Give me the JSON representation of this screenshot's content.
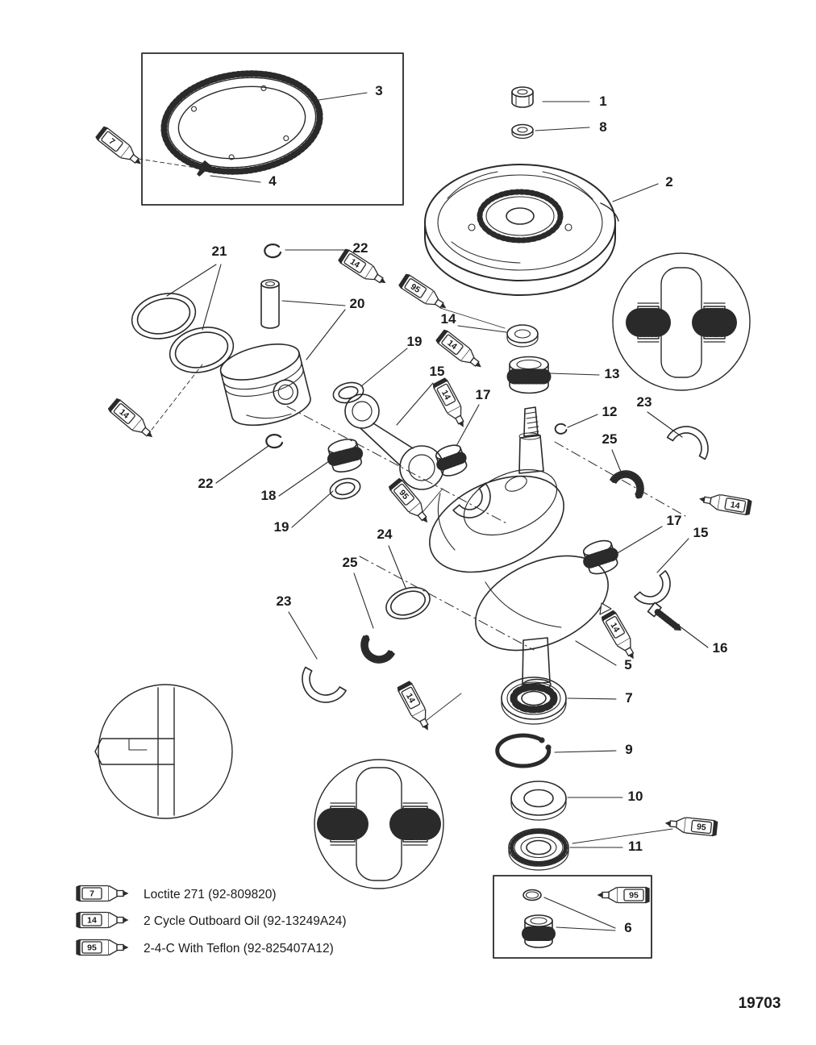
{
  "page": {
    "drawing_number": "19703"
  },
  "callouts": [
    {
      "label": "1"
    },
    {
      "label": "8"
    },
    {
      "label": "2"
    },
    {
      "label": "3"
    },
    {
      "label": "4"
    },
    {
      "label": "21"
    },
    {
      "label": "22"
    },
    {
      "label": "20"
    },
    {
      "label": "14"
    },
    {
      "label": "19"
    },
    {
      "label": "15"
    },
    {
      "label": "17"
    },
    {
      "label": "13"
    },
    {
      "label": "12"
    },
    {
      "label": "23"
    },
    {
      "label": "25"
    },
    {
      "label": "17"
    },
    {
      "label": "15"
    },
    {
      "label": "16"
    },
    {
      "label": "5"
    },
    {
      "label": "7"
    },
    {
      "label": "9"
    },
    {
      "label": "10"
    },
    {
      "label": "11"
    },
    {
      "label": "6"
    },
    {
      "label": "18"
    },
    {
      "label": "19"
    },
    {
      "label": "24"
    },
    {
      "label": "25"
    },
    {
      "label": "23"
    },
    {
      "label": "22"
    }
  ],
  "tubes": [
    {
      "label": "7"
    },
    {
      "label": "14"
    },
    {
      "label": "95"
    },
    {
      "label": "14"
    },
    {
      "label": "14"
    },
    {
      "label": "14"
    },
    {
      "label": "95"
    },
    {
      "label": "14"
    },
    {
      "label": "14"
    },
    {
      "label": "14"
    },
    {
      "label": "95"
    },
    {
      "label": "95"
    }
  ],
  "legend": {
    "items": [
      {
        "tube_label": "7",
        "text": "Loctite 271 (92-809820)"
      },
      {
        "tube_label": "14",
        "text": "2 Cycle Outboard Oil (92-13249A24)"
      },
      {
        "tube_label": "95",
        "text": "2-4-C With Teflon (92-825407A12)"
      }
    ]
  }
}
